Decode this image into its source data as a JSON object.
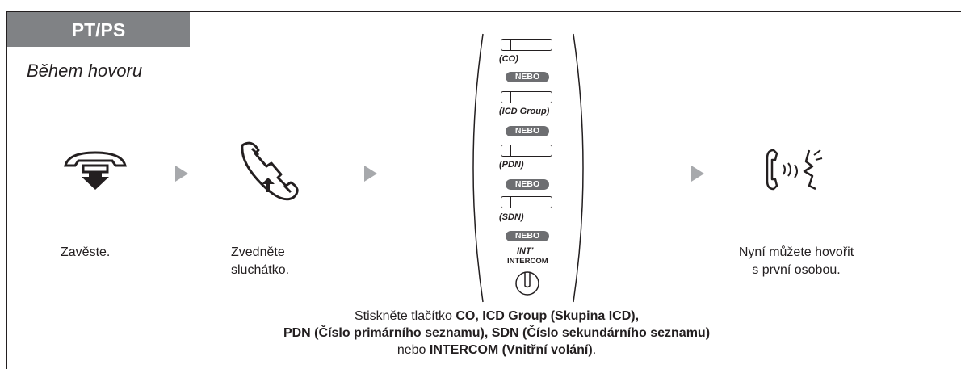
{
  "header": {
    "tab_label": "PT/PS",
    "context": "Během hovoru"
  },
  "steps": [
    {
      "icon": "hang-up-icon",
      "caption": [
        "Zavěste."
      ]
    },
    {
      "icon": "off-hook-icon",
      "caption": [
        "Zvedněte",
        "sluchátko."
      ]
    },
    {
      "icon": "talk-icon",
      "caption": [
        "Nyní můžete hovořit",
        "s první osobou."
      ]
    }
  ],
  "keys": {
    "items": [
      "(CO)",
      "(ICD Group)",
      "(PDN)",
      "(SDN)"
    ],
    "or_label": "NEBO",
    "intercom_symbol": "INT'",
    "intercom_label": "INTERCOM"
  },
  "instruction": {
    "line1_pre": "Stiskněte tlačítko ",
    "line1_bold": "CO, ICD Group (Skupina ICD),",
    "line2_bold": "PDN (Číslo primárního seznamu), SDN (Číslo sekundárního seznamu)",
    "line3_pre": "nebo ",
    "line3_bold": "INTERCOM (Vnitřní volání)",
    "line3_post": "."
  },
  "colors": {
    "tab": "#808285",
    "arrow": "#a7a9ac",
    "badge": "#6d6e71",
    "ink": "#231f20"
  }
}
